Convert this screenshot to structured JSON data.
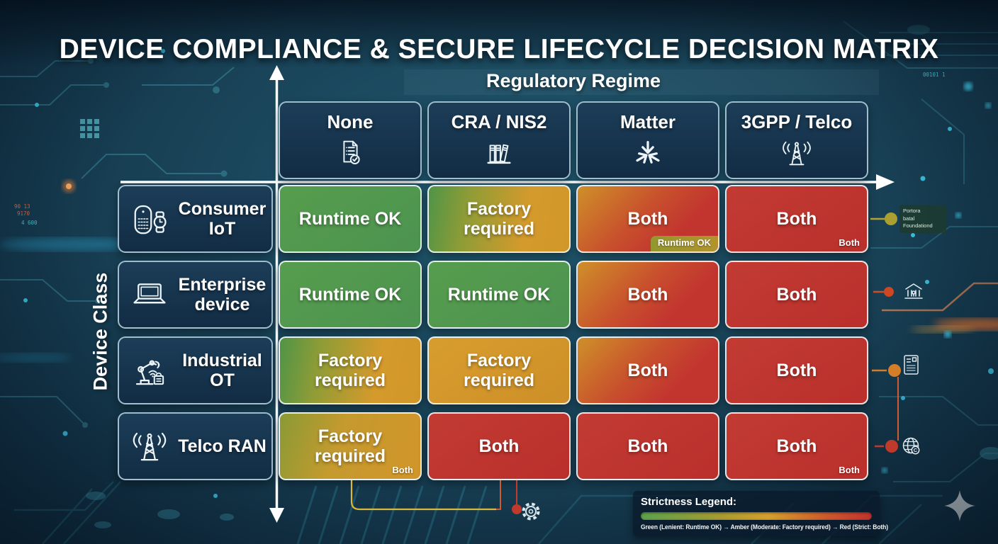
{
  "title": "DEVICE COMPLIANCE & SECURE LIFECYCLE DECISION MATRIX",
  "axes": {
    "x_label": "Regulatory Regime",
    "y_label": "Device Class"
  },
  "columns": [
    {
      "label": "None",
      "icon": "document-check-icon"
    },
    {
      "label": "CRA / NIS2",
      "icon": "books-icon"
    },
    {
      "label": "Matter",
      "icon": "matter-logo-icon"
    },
    {
      "label": "3GPP / Telco",
      "icon": "radio-tower-icon"
    }
  ],
  "rows": [
    {
      "label": "Consumer IoT",
      "icon": "smart-speaker-watch-icon"
    },
    {
      "label": "Enterprise device",
      "icon": "laptop-icon"
    },
    {
      "label": "Industrial OT",
      "icon": "robot-arm-icon"
    },
    {
      "label": "Telco RAN",
      "icon": "radio-tower-icon"
    }
  ],
  "cells": [
    [
      {
        "label": "Runtime OK",
        "level": "green"
      },
      {
        "label": "Factory required",
        "level": "green-amber"
      },
      {
        "label": "Both",
        "level": "amber-red",
        "badge": "Runtime OK"
      },
      {
        "label": "Both",
        "level": "red",
        "corner_note": "Both"
      }
    ],
    [
      {
        "label": "Runtime OK",
        "level": "green"
      },
      {
        "label": "Runtime OK",
        "level": "green"
      },
      {
        "label": "Both",
        "level": "amber-red"
      },
      {
        "label": "Both",
        "level": "red"
      }
    ],
    [
      {
        "label": "Factory required",
        "level": "green-amber"
      },
      {
        "label": "Factory required",
        "level": "amber"
      },
      {
        "label": "Both",
        "level": "amber-red"
      },
      {
        "label": "Both",
        "level": "red"
      }
    ],
    [
      {
        "label": "Factory required",
        "level": "olive-amber",
        "corner_note": "Both"
      },
      {
        "label": "Both",
        "level": "red"
      },
      {
        "label": "Both",
        "level": "red"
      },
      {
        "label": "Both",
        "level": "red",
        "corner_note": "Both"
      }
    ]
  ],
  "legend": {
    "title": "Strictness Legend:",
    "description": "Green (Lenient: Runtime OK) → Amber (Moderate: Factory required) → Red (Strict: Both)",
    "colors": {
      "green": "#5ba24c",
      "amber": "#d6a02c",
      "red": "#c1322e"
    }
  },
  "decor": {
    "side_tag_line1": "Portora",
    "side_tag_line2": "batal",
    "side_tag_line3": "Foundationd",
    "left_digits_1": "90 13",
    "left_digits_2": "9170",
    "left_digits_3": "4 600",
    "right_digits": "00101 1",
    "icons": [
      "gear-icon",
      "bank-icon",
      "document-qr-icon",
      "globe-c-icon",
      "sparkle-icon"
    ]
  },
  "palette": {
    "background_teal": "#194257",
    "header_navy": "#16334c",
    "cell_green": "#4f9950",
    "cell_amber": "#d4992c",
    "cell_red": "#c0342f",
    "accent_orange": "#e0743a",
    "accent_cyan": "#3fd0ef"
  }
}
